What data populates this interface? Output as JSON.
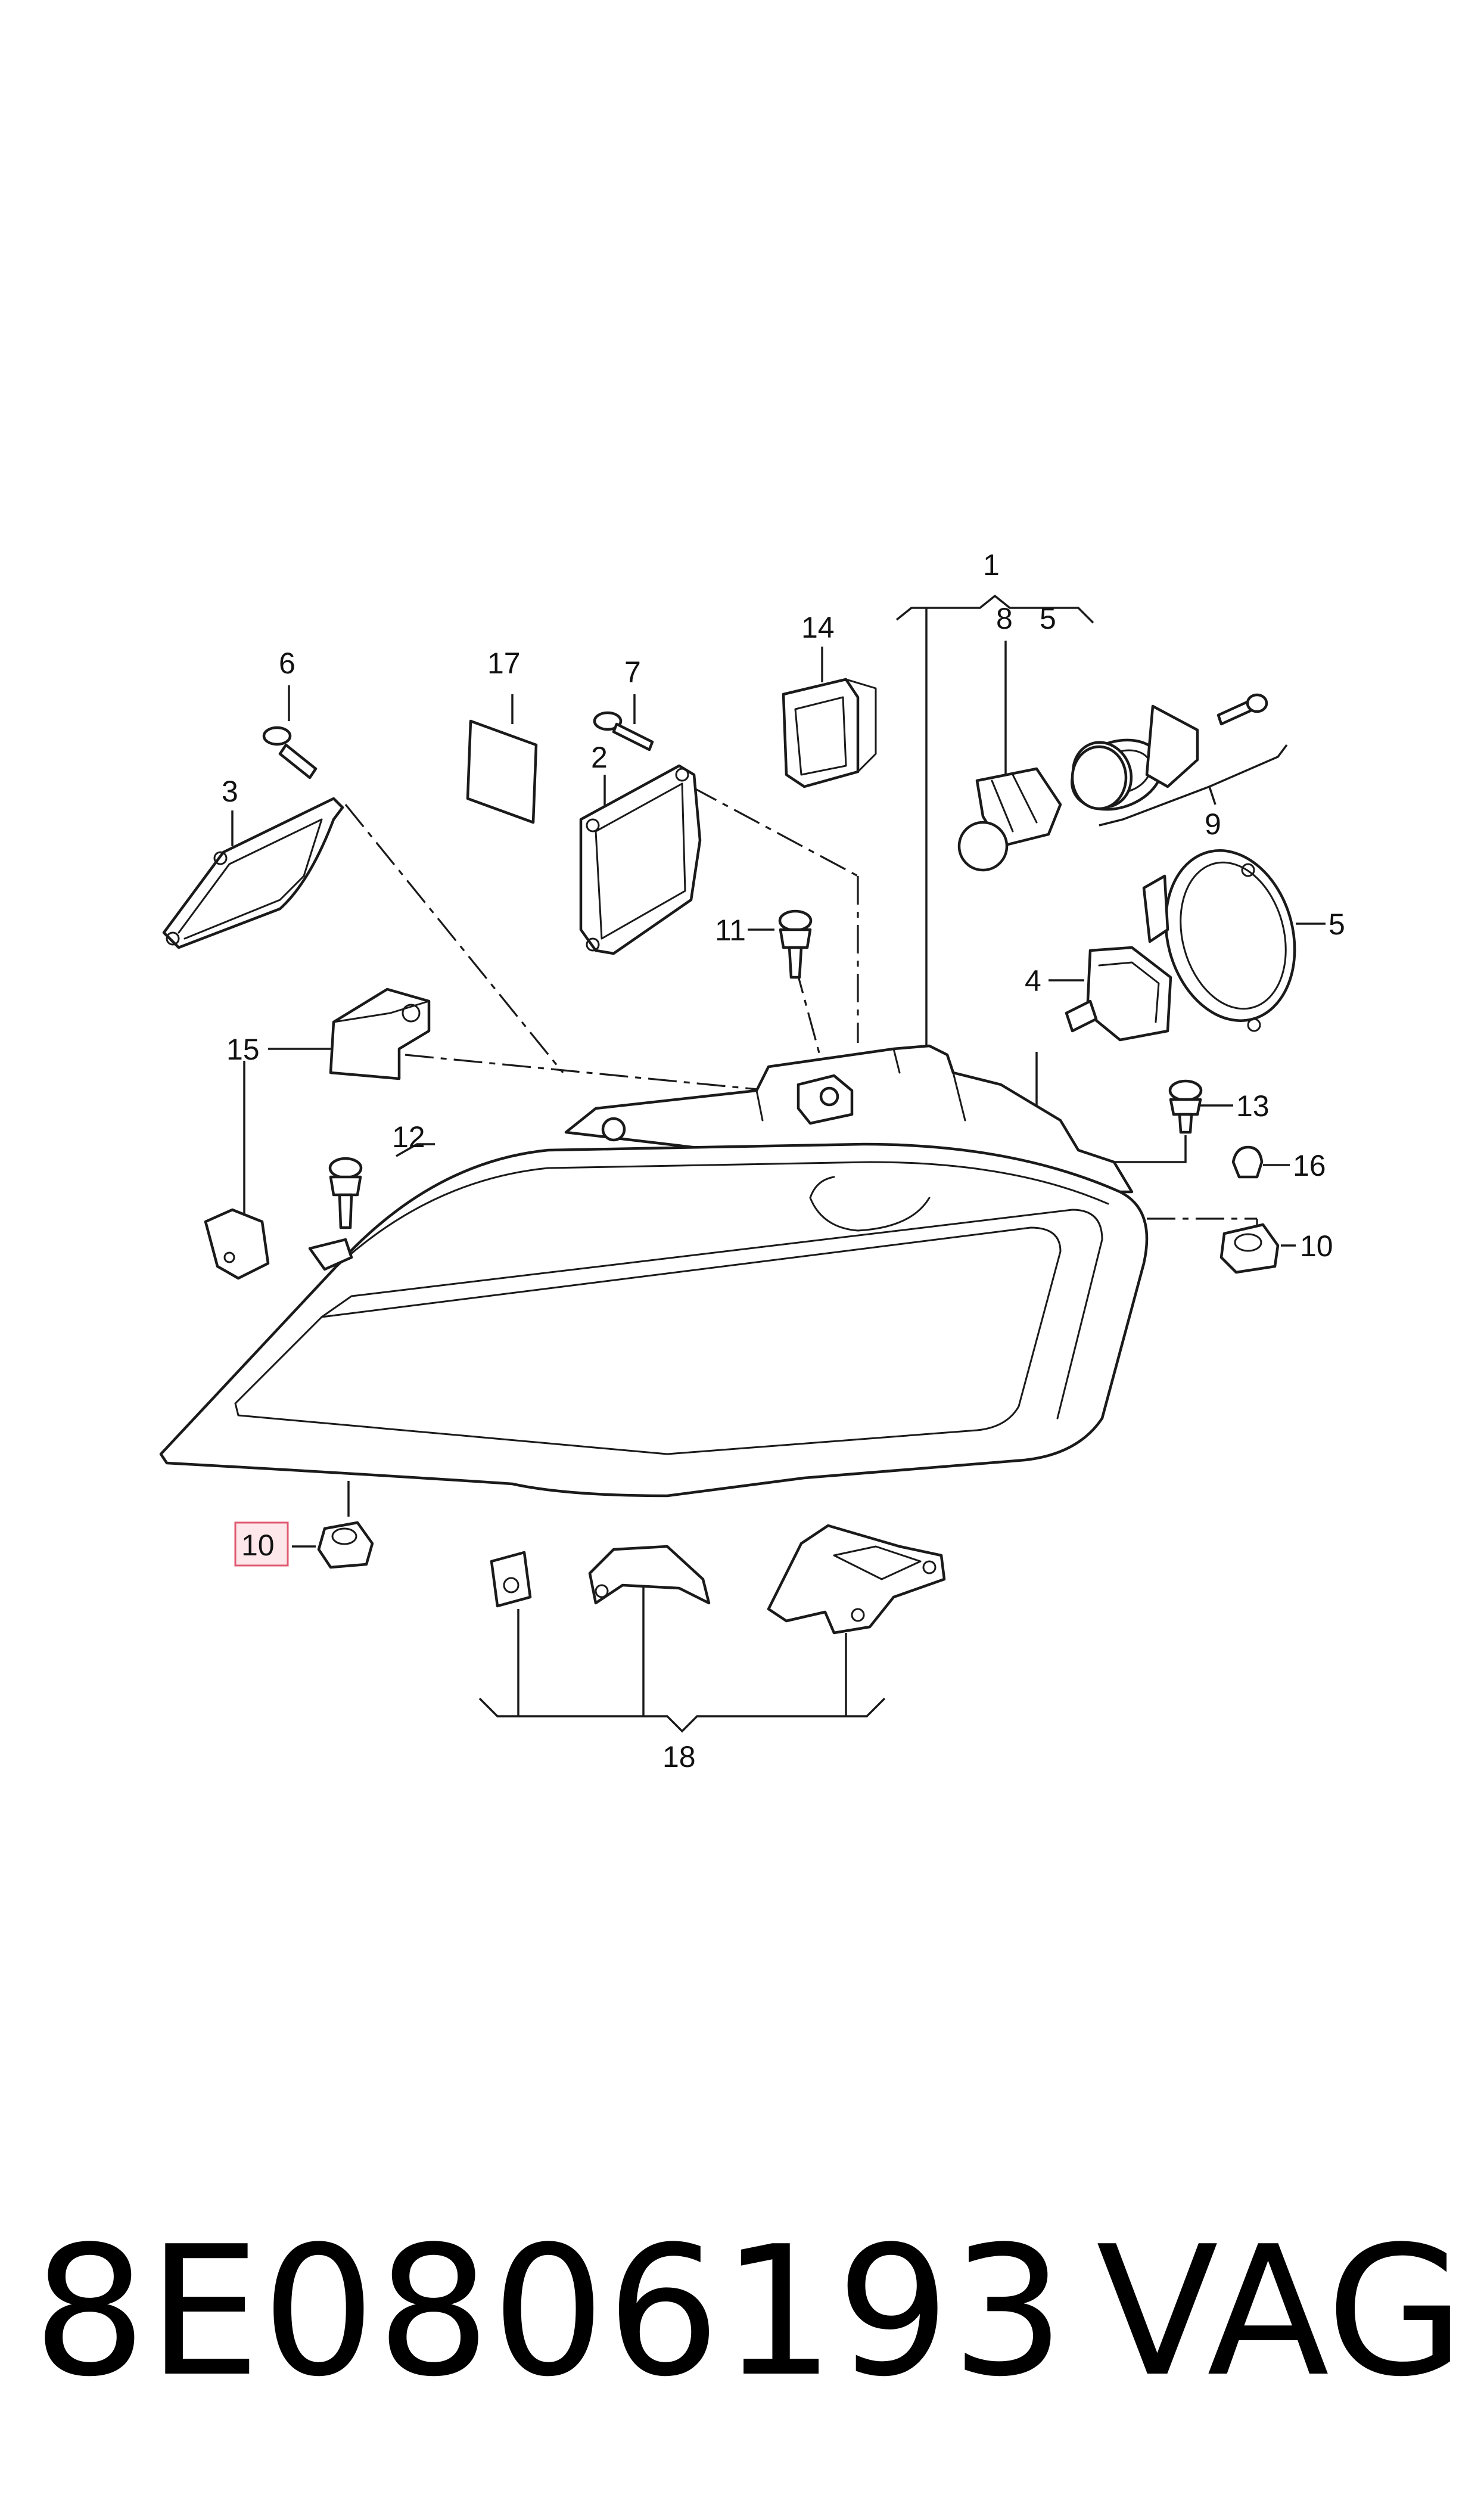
{
  "callouts": {
    "c1": "1",
    "c2": "2",
    "c3": "3",
    "c4": "4",
    "c5a": "5",
    "c5b": "5",
    "c6": "6",
    "c7": "7",
    "c8": "8",
    "c9": "9",
    "c10a": "10",
    "c10b": "10",
    "c11": "11",
    "c12": "12",
    "c13": "13",
    "c14": "14",
    "c15": "15",
    "c16": "16",
    "c17": "17",
    "c18": "18"
  },
  "highlighted_callout": "10",
  "footer": {
    "part_number": "8E0806193",
    "brand": "VAG"
  },
  "colors": {
    "line": "#1a1a1a",
    "highlight_fill": "#fde7ea",
    "highlight_stroke": "#e05a70"
  }
}
